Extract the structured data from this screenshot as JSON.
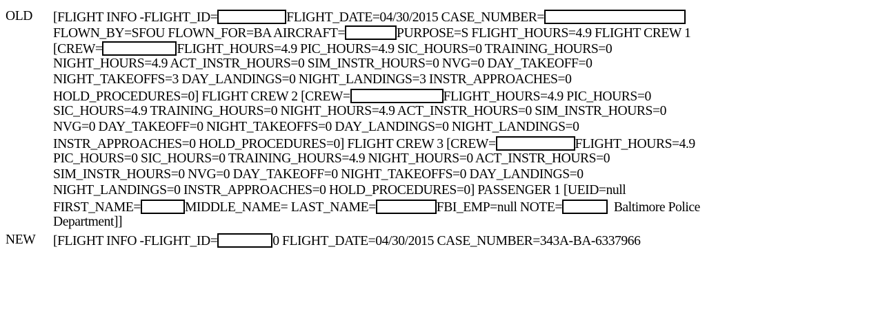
{
  "old": {
    "label": "OLD",
    "lines": [
      {
        "a": "[FLIGHT INFO -FLIGHT_ID=",
        "b": "FLIGHT_DATE=04/30/2015 CASE_NUMBER="
      },
      {
        "a": "FLOWN_BY=SFOU FLOWN_FOR=BA AIRCRAFT=",
        "b": "PURPOSE=S FLIGHT_HOURS=4.9 FLIGHT CREW 1"
      },
      {
        "a": "[CREW=",
        "b": "FLIGHT_HOURS=4.9 PIC_HOURS=4.9 SIC_HOURS=0 TRAINING_HOURS=0"
      },
      {
        "a": "NIGHT_HOURS=4.9 ACT_INSTR_HOURS=0 SIM_INSTR_HOURS=0 NVG=0 DAY_TAKEOFF=0"
      },
      {
        "a": "NIGHT_TAKEOFFS=3 DAY_LANDINGS=0 NIGHT_LANDINGS=3 INSTR_APPROACHES=0"
      },
      {
        "a": "HOLD_PROCEDURES=0] FLIGHT CREW 2 [CREW=",
        "b": "FLIGHT_HOURS=4.9 PIC_HOURS=0"
      },
      {
        "a": "SIC_HOURS=4.9 TRAINING_HOURS=0 NIGHT_HOURS=4.9 ACT_INSTR_HOURS=0 SIM_INSTR_HOURS=0"
      },
      {
        "a": "NVG=0 DAY_TAKEOFF=0 NIGHT_TAKEOFFS=0 DAY_LANDINGS=0 NIGHT_LANDINGS=0"
      },
      {
        "a": "INSTR_APPROACHES=0 HOLD_PROCEDURES=0] FLIGHT CREW 3 [CREW=",
        "b": "FLIGHT_HOURS=4.9"
      },
      {
        "a": "PIC_HOURS=0 SIC_HOURS=0 TRAINING_HOURS=4.9 NIGHT_HOURS=0 ACT_INSTR_HOURS=0"
      },
      {
        "a": "SIM_INSTR_HOURS=0 NVG=0 DAY_TAKEOFF=0 NIGHT_TAKEOFFS=0 DAY_LANDINGS=0"
      },
      {
        "a": "NIGHT_LANDINGS=0 INSTR_APPROACHES=0 HOLD_PROCEDURES=0] PASSENGER 1 [UEID=null"
      },
      {
        "a": "FIRST_NAME=",
        "b": "MIDDLE_NAME= LAST_NAME=",
        "c": "FBI_EMP=null NOTE=",
        "d": "Baltimore Police"
      },
      {
        "a": "Department]]"
      }
    ]
  },
  "new": {
    "label": "NEW",
    "line": {
      "a": "[FLIGHT INFO -FLIGHT_ID=",
      "b": "0 FLIGHT_DATE=04/30/2015 CASE_NUMBER=343A-BA-6337966"
    }
  }
}
